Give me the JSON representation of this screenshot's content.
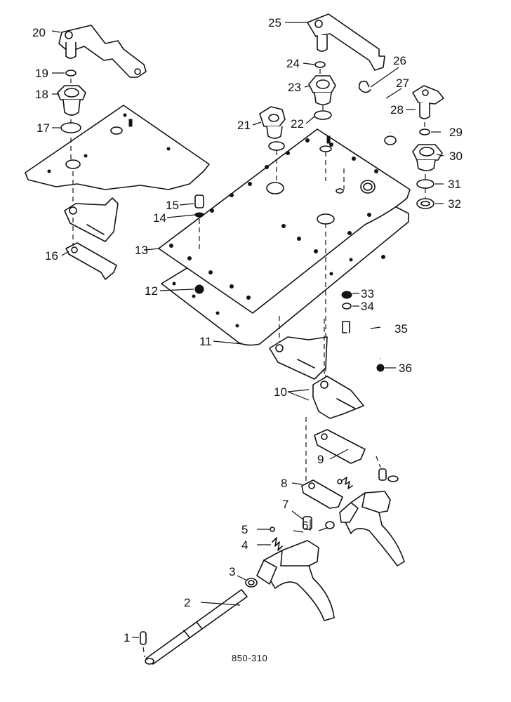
{
  "figure_code": "850-310",
  "callouts": [
    "1",
    "2",
    "3",
    "4",
    "5",
    "6",
    "7",
    "8",
    "9",
    "10",
    "11",
    "12",
    "13",
    "14",
    "15",
    "16",
    "17",
    "18",
    "19",
    "20",
    "21",
    "22",
    "23",
    "24",
    "25",
    "26",
    "27",
    "28",
    "29",
    "30",
    "31",
    "32",
    "33",
    "34",
    "35",
    "36"
  ]
}
